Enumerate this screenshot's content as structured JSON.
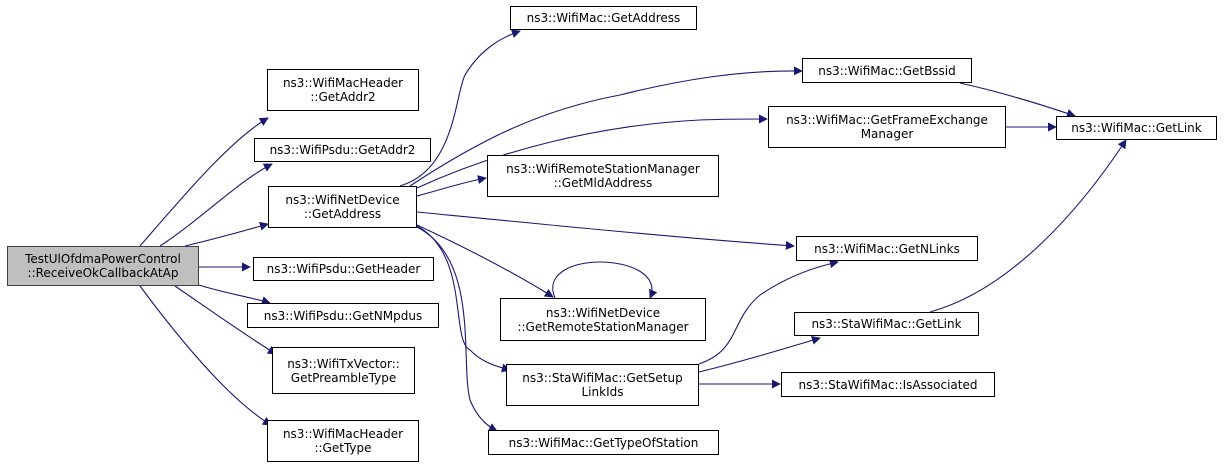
{
  "graph": {
    "edge_color": "#191970",
    "root_fill": "#bfbfbf",
    "node_fill": "#ffffff",
    "nodes": {
      "root": [
        "TestUlOfdmaPowerControl",
        "::ReceiveOkCallbackAtAp"
      ],
      "hdr_addr2": [
        "ns3::WifiMacHeader",
        "::GetAddr2"
      ],
      "psdu_addr2": [
        "ns3::WifiPsdu::GetAddr2"
      ],
      "netdev_addr": [
        "ns3::WifiNetDevice",
        "::GetAddress"
      ],
      "psdu_header": [
        "ns3::WifiPsdu::GetHeader"
      ],
      "psdu_nmpdus": [
        "ns3::WifiPsdu::GetNMpdus"
      ],
      "txvec_preamble": [
        "ns3::WifiTxVector::",
        "GetPreambleType"
      ],
      "hdr_type": [
        "ns3::WifiMacHeader",
        "::GetType"
      ],
      "mac_address": [
        "ns3::WifiMac::GetAddress"
      ],
      "mac_bssid": [
        "ns3::WifiMac::GetBssid"
      ],
      "mac_fem": [
        "ns3::WifiMac::GetFrameExchange",
        "Manager"
      ],
      "rsm_mld": [
        "ns3::WifiRemoteStationManager",
        "::GetMldAddress"
      ],
      "mac_nlinks": [
        "ns3::WifiMac::GetNLinks"
      ],
      "netdev_rsm": [
        "ns3::WifiNetDevice",
        "::GetRemoteStationManager"
      ],
      "sta_setup": [
        "ns3::StaWifiMac::GetSetup",
        "LinkIds"
      ],
      "mac_typeofstation": [
        "ns3::WifiMac::GetTypeOfStation"
      ],
      "mac_getlink": [
        "ns3::WifiMac::GetLink"
      ],
      "sta_getlink": [
        "ns3::StaWifiMac::GetLink"
      ],
      "sta_assoc": [
        "ns3::StaWifiMac::IsAssociated"
      ]
    }
  }
}
